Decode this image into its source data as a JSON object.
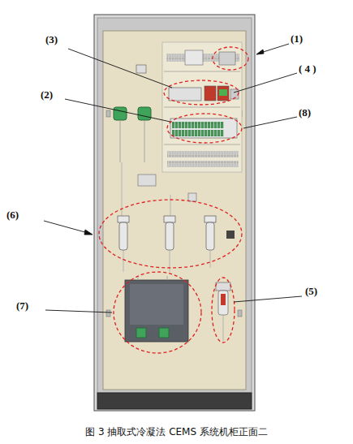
{
  "diagram": {
    "caption": "图 3 抽取式冷凝法 CEMS 系统机柜正面二",
    "labels": [
      "(3)",
      "(1)",
      "( 4 )",
      "(2)",
      "(8)",
      "(6)",
      "(5)",
      "(7)"
    ]
  }
}
